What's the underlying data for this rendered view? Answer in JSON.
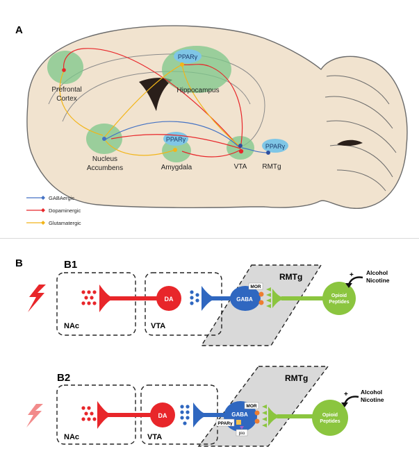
{
  "panel_a": {
    "label": "A",
    "regions": {
      "prefrontal_cortex": "Prefrontal\nCortex",
      "hippocampus": "Hippocampus",
      "nucleus_accumbens": "Nucleus\nAccumbens",
      "amygdala": "Amygdala",
      "vta": "VTA",
      "rmtg": "RMTg"
    },
    "receptor": "PPARγ",
    "legend": [
      {
        "label": "GABAergic",
        "color": "#4472c4"
      },
      {
        "label": "Dopaminergic",
        "color": "#e8262a"
      },
      {
        "label": "Glutamatergic",
        "color": "#f2b519"
      }
    ]
  },
  "panel_b": {
    "label": "B",
    "b1": {
      "label": "B1",
      "nac": "NAc",
      "vta": "VTA",
      "rmtg": "RMTg",
      "da": "DA",
      "gaba": "GABA",
      "mor": "MOR",
      "opioid": "Opioid\nPeptides",
      "plus": "+",
      "stimulus": "Alcohol\nNicotine"
    },
    "b2": {
      "label": "B2",
      "nac": "NAc",
      "vta": "VTA",
      "rmtg": "RMTg",
      "da": "DA",
      "gaba": "GABA",
      "mor": "MOR",
      "ppar": "PPARγ",
      "pio": "pio",
      "opioid": "Opioid\nPeptides",
      "plus": "+",
      "stimulus": "Alcohol\nNicotine"
    }
  },
  "colors": {
    "brain_fill": "#f1e3cf",
    "brain_stroke": "#6b6b6b",
    "region_green": "#7cc78a",
    "ppar_blue": "#7fc6e6",
    "da_red": "#e8262a",
    "gaba_blue": "#2f67c0",
    "opioid_green": "#8bc53f",
    "rmtg_gray": "#d9d9d9",
    "mor_orange": "#ed7d31",
    "bolt_red": "#e8262a",
    "bolt_pale": "#f28b8b"
  }
}
